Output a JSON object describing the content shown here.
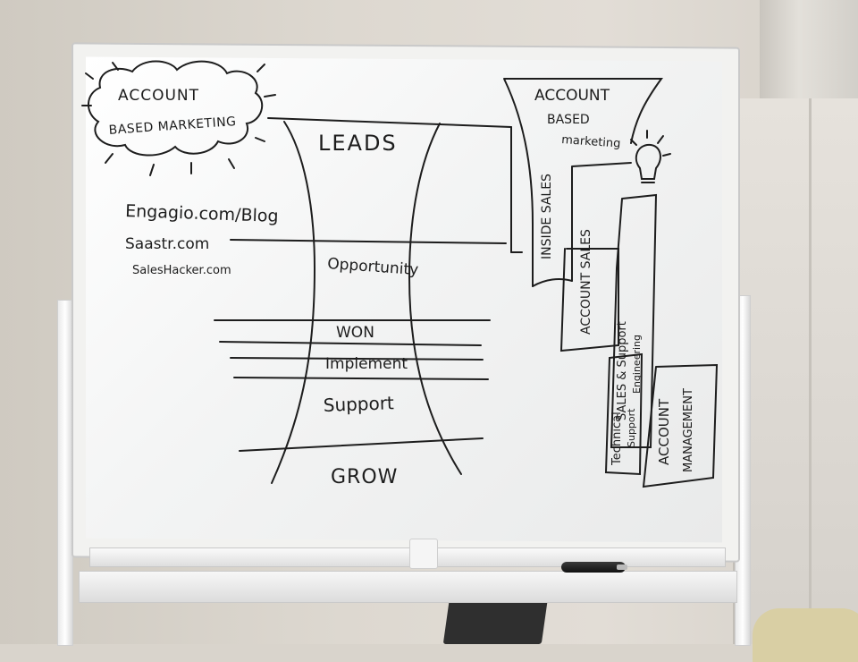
{
  "whiteboard": {
    "cloud": {
      "line1": "ACCOUNT",
      "line2": "BASED MARKETING"
    },
    "links": [
      "Engagio.com/Blog",
      "Saastr.com",
      "SalesHacker.com"
    ],
    "funnel": {
      "leads": "LEADS",
      "opportunity": "Opportunity",
      "won": "WON",
      "implement": "Implement",
      "support": "Support",
      "grow": "GROW"
    },
    "right": {
      "abm_line1": "ACCOUNT",
      "abm_line2": "BASED",
      "abm_line3": "marketing",
      "inside_sales": "INSIDE SALES",
      "account_sales": "ACCOUNT SALES",
      "sales_support": "SALES & Support",
      "engineering": "Engineering",
      "technical": "Technical",
      "technical_support": "Support",
      "account_mgmt1": "ACCOUNT",
      "account_mgmt2": "MANAGEMENT"
    }
  }
}
